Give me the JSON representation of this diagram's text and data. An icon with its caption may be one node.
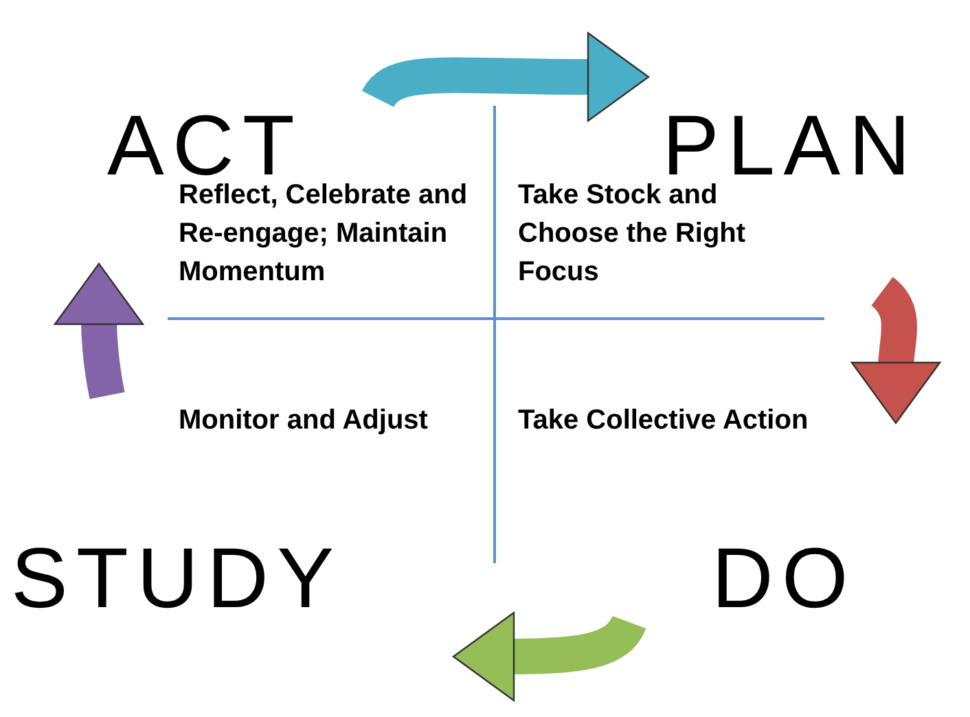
{
  "diagram": {
    "nodes": [
      {
        "text": [
          "ACT",
          "Reflect, Celebrate and Re-engage; Maintain Momentum"
        ]
      },
      {
        "text": [
          "PLAN",
          "Take Stock and Choose the Right Focus"
        ]
      },
      {
        "text": [
          "Monitor and Adjust",
          "STUDY"
        ]
      },
      {
        "text": [
          "Take Collective Action",
          "DO"
        ]
      }
    ],
    "edges": [
      {
        "from": 0,
        "to": 1,
        "arrow": "to",
        "color": "#4aaec6"
      },
      {
        "from": 1,
        "to": 3,
        "arrow": "to",
        "color": "#c5524c"
      },
      {
        "from": 3,
        "to": 2,
        "arrow": "to",
        "color": "#95bd58"
      },
      {
        "from": 2,
        "to": 0,
        "arrow": "to",
        "color": "#8364a8"
      }
    ]
  }
}
